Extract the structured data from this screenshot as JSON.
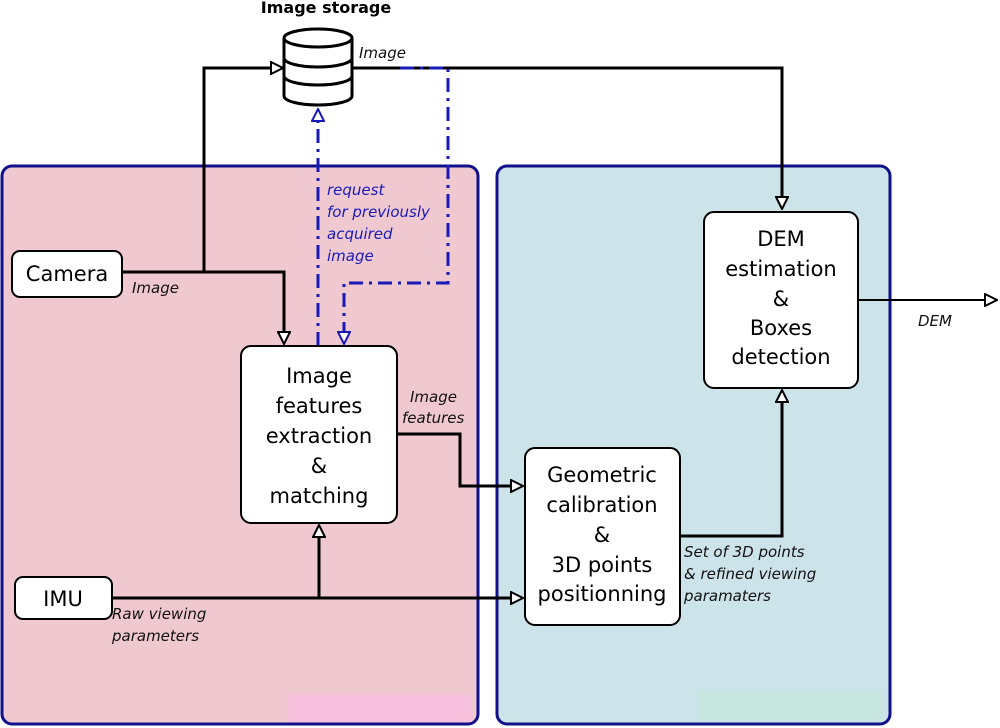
{
  "storage": {
    "title": "Image storage"
  },
  "nodes": {
    "camera": "Camera",
    "imu": "IMU",
    "features": [
      "Image",
      "features",
      "extraction",
      "&",
      "matching"
    ],
    "calibration": [
      "Geometric",
      "calibration",
      "&",
      "3D points",
      "positionning"
    ],
    "dem": [
      "DEM",
      "estimation",
      "&",
      "Boxes",
      "detection"
    ]
  },
  "edge_labels": {
    "storage_image": "Image",
    "camera_image": "Image",
    "request": [
      "request",
      "for previously",
      "acquired",
      "image"
    ],
    "image_features": [
      "Image",
      "features"
    ],
    "raw_viewing": [
      "Raw viewing",
      "parameters"
    ],
    "points_set": [
      "Set of 3D points",
      "& refined viewing",
      "paramaters"
    ],
    "dem_out": "DEM"
  },
  "colors": {
    "left_region": "#f0c8d0",
    "right_region": "#cde3ea",
    "region_border": "#10108a",
    "request_line": "#1a1ab8",
    "left_tab": "#f7c0dc",
    "right_tab": "#c8e6e0"
  }
}
